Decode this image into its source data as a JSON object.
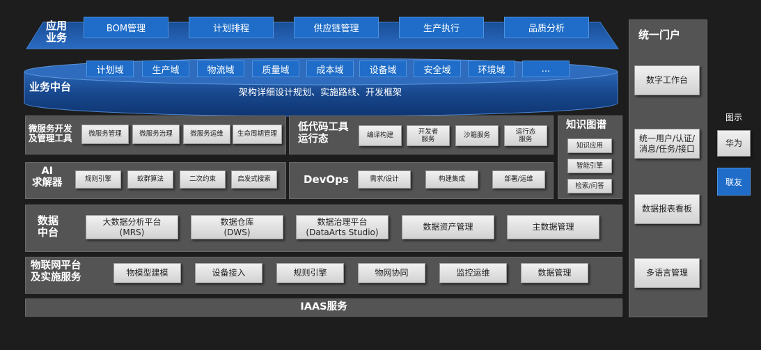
{
  "app_layer": {
    "label": "应用\n业务",
    "items": [
      "BOM管理",
      "计划排程",
      "供应链管理",
      "生产执行",
      "品质分析"
    ]
  },
  "business_platform": {
    "label": "业务中台",
    "domains": [
      "计划域",
      "生产域",
      "物流域",
      "质量域",
      "成本域",
      "设备域",
      "安全域",
      "环境域",
      "..."
    ],
    "subtitle": "架构详细设计规划、实施路线、开发框架"
  },
  "microservice": {
    "label": "微服务开发\n及管理工具",
    "items": [
      "微服务管理",
      "微服务治理",
      "微服务运维",
      "生命周期管理"
    ]
  },
  "lowcode": {
    "label": "低代码工具\n运行态",
    "items": [
      "编译构建",
      "开发者\n服务",
      "沙箱服务",
      "运行态\n服务"
    ]
  },
  "knowledge": {
    "label": "知识图谱",
    "items": [
      "知识应用",
      "智能引擎",
      "检索/问答"
    ]
  },
  "ai": {
    "label": "AI\n求解器",
    "items": [
      "规则引擎",
      "蚁群算法",
      "二次约束",
      "启发式搜索"
    ]
  },
  "devops": {
    "label": "DevOps",
    "items": [
      "需求/设计",
      "构建集成",
      "部署/运维"
    ]
  },
  "data_platform": {
    "label": "数据\n中台",
    "items": [
      "大数据分析平台\n(MRS)",
      "数据仓库\n(DWS)",
      "数据治理平台\n(DataArts Studio)",
      "数据资产管理",
      "主数据管理"
    ]
  },
  "iot": {
    "label": "物联网平台\n及实施服务",
    "items": [
      "物模型建模",
      "设备接入",
      "规则引擎",
      "物网协同",
      "监控运维",
      "数据管理"
    ]
  },
  "iaas": {
    "label": "IAAS服务"
  },
  "portal": {
    "label": "统一门户",
    "items": [
      "数字工作台",
      "统一用户/认证/\n消息/任务/接口",
      "数据报表看板",
      "多语言管理"
    ]
  },
  "legend": {
    "title": "图示",
    "items": [
      {
        "label": "华为",
        "color": "#e8e8e8"
      },
      {
        "label": "联友",
        "color": "#1f6dc8"
      }
    ]
  },
  "colors": {
    "background": "#1d1d1d",
    "panel": "#545454",
    "blue": "#1f6dc8",
    "button_gray": "#e0e0e0"
  }
}
